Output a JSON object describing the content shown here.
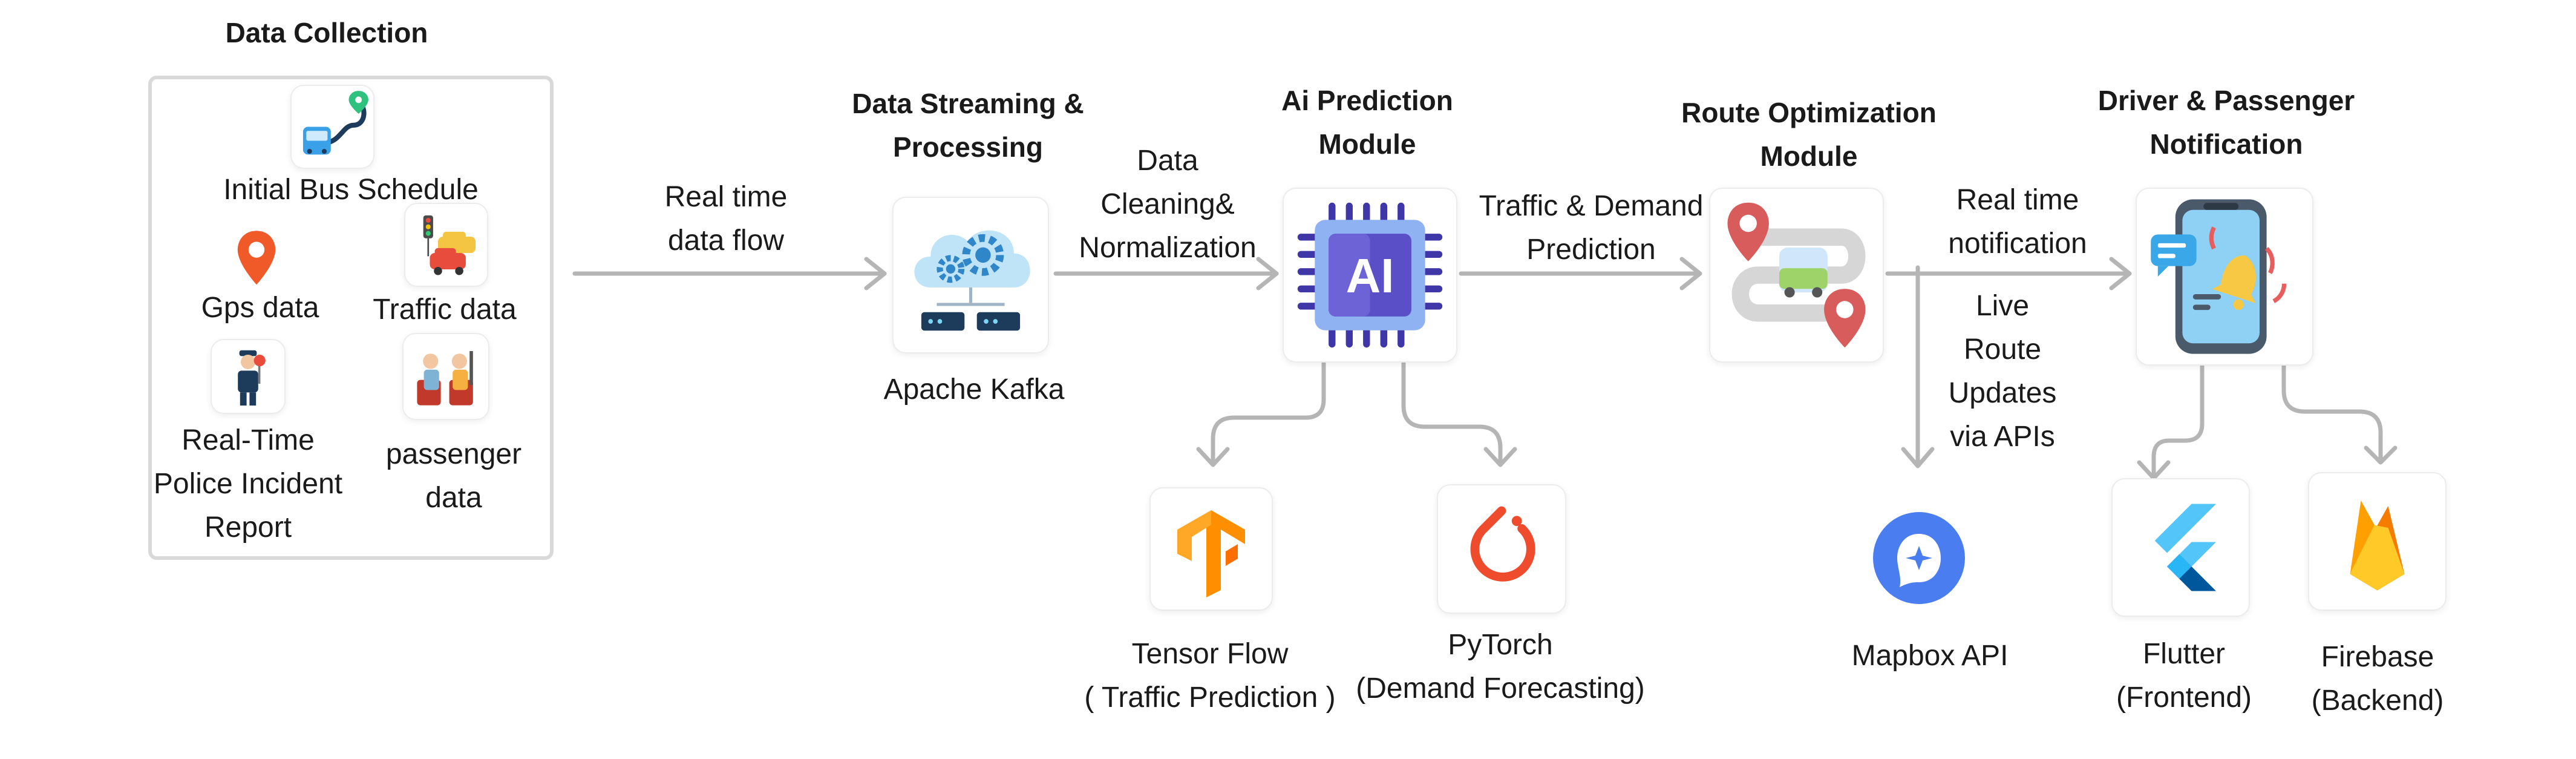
{
  "colors": {
    "arrow": "#b5b5b5",
    "box_border": "#d9d9d9",
    "text": "#1a1a1a",
    "tensorflow": "#ff8f00",
    "pytorch": "#ee4c2c",
    "mapbox": "#4a7ef0",
    "flutter_light": "#54c5f8",
    "flutter_dark": "#01579b",
    "firebase_orange": "#ffa000",
    "firebase_yellow": "#ffca28",
    "ai_chip": "#5b4fc7"
  },
  "stages": {
    "collection": {
      "title": "Data Collection",
      "items": {
        "bus_schedule": "Initial Bus Schedule",
        "gps": "Gps data",
        "traffic": "Traffic data",
        "police": [
          "Real-Time",
          "Police Incident",
          "Report"
        ],
        "passenger": [
          "passenger",
          "data"
        ]
      }
    },
    "streaming": {
      "title": [
        "Data Streaming &",
        "Processing"
      ],
      "tool": "Apache Kafka"
    },
    "prediction": {
      "title": [
        "Ai Prediction",
        "Module"
      ],
      "chip_text": "AI"
    },
    "routing": {
      "title": [
        "Route Optimization",
        "Module"
      ]
    },
    "notification": {
      "title": [
        "Driver & Passenger",
        "Notification"
      ]
    }
  },
  "edge_labels": {
    "realtime_flow": [
      "Real time",
      "data flow"
    ],
    "cleaning": [
      "Data",
      "Cleaning&",
      "Normalization"
    ],
    "traffic_demand": [
      "Traffic & Demand",
      "Prediction"
    ],
    "realtime_notification": [
      "Real time",
      "notification"
    ],
    "live_updates": [
      "Live",
      "Route",
      "Updates",
      "via APIs"
    ]
  },
  "tools": {
    "tensorflow": [
      "Tensor Flow",
      "( Traffic Prediction )"
    ],
    "pytorch": [
      "PyTorch",
      "(Demand Forecasting)"
    ],
    "mapbox": "Mapbox API",
    "flutter": [
      "Flutter",
      "(Frontend)"
    ],
    "firebase": [
      "Firebase",
      "(Backend)"
    ]
  }
}
